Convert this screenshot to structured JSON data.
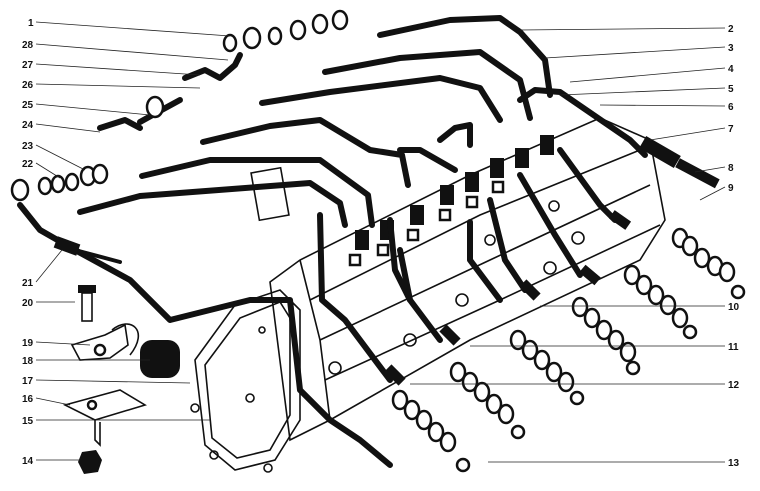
{
  "callouts_left": [
    "28",
    "27",
    "26",
    "25",
    "24",
    "23",
    "22",
    "21",
    "20",
    "19",
    "18",
    "17",
    "16",
    "15",
    "14"
  ],
  "callouts_top_left": "1",
  "callouts_right": [
    "2",
    "3",
    "4",
    "5",
    "6",
    "7",
    "8",
    "9",
    "10",
    "11",
    "12",
    "13"
  ]
}
